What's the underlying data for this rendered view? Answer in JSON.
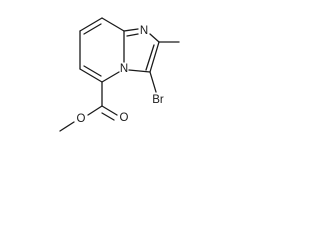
{
  "molecule": {
    "atoms": {
      "n_imine": "N",
      "n_bridge": "N",
      "br": "Br",
      "o_carbonyl": "O",
      "o_ester": "O"
    }
  }
}
